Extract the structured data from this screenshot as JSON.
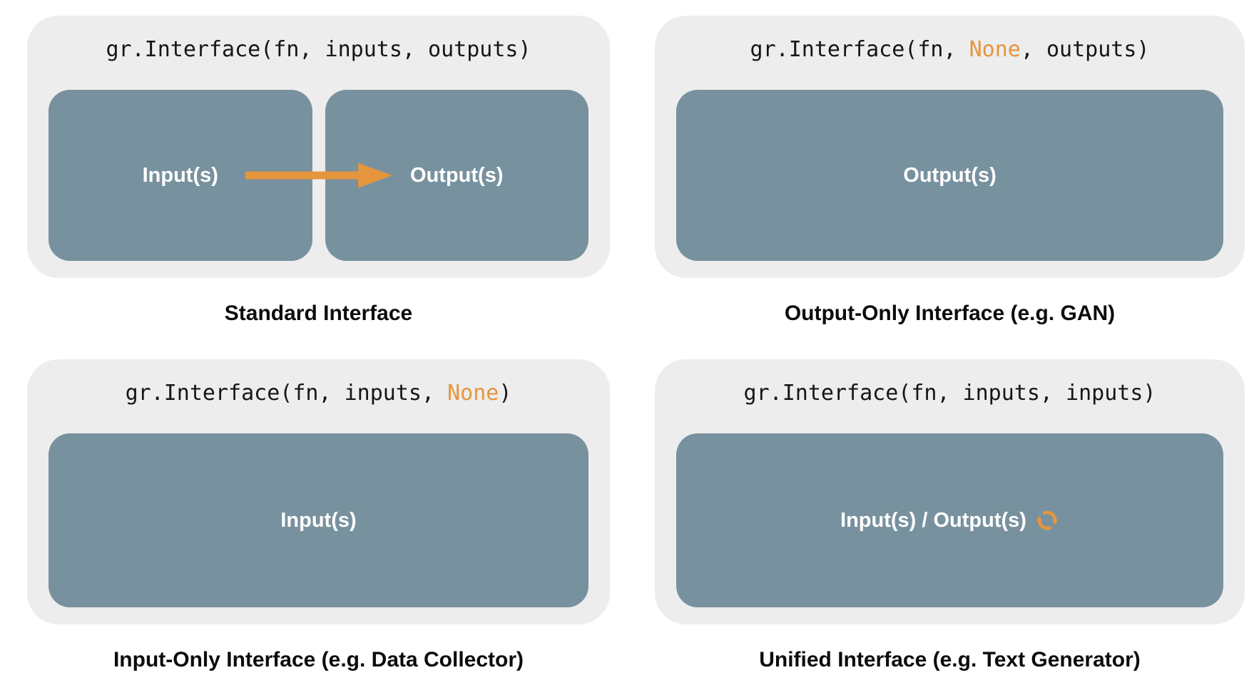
{
  "colors": {
    "accent": "#E6953F",
    "panel_bg": "#EDEDED",
    "box_bg": "#78919E",
    "code_text": "#161616",
    "caption_text": "#0C0C0C",
    "box_label": "#FFFFFF",
    "page_bg": "#FFFFFF"
  },
  "icons": {
    "flow_arrow": "arrow-right-icon",
    "unified_refresh": "refresh-icon"
  },
  "cards": [
    {
      "id": "standard",
      "caption": "Standard Interface",
      "code": {
        "pre": "gr.Interface(fn, inputs, outputs)",
        "highlight": "",
        "post": ""
      },
      "boxes": [
        {
          "label": "Input(s)"
        },
        {
          "label": "Output(s)"
        }
      ]
    },
    {
      "id": "output-only",
      "caption": "Output-Only Interface (e.g. GAN)",
      "code": {
        "pre": "gr.Interface(fn, ",
        "highlight": "None",
        "post": ", outputs)"
      },
      "boxes": [
        {
          "label": "Output(s)"
        }
      ]
    },
    {
      "id": "input-only",
      "caption": "Input-Only Interface (e.g. Data Collector)",
      "code": {
        "pre": "gr.Interface(fn, inputs, ",
        "highlight": "None",
        "post": ")"
      },
      "boxes": [
        {
          "label": "Input(s)"
        }
      ]
    },
    {
      "id": "unified",
      "caption": "Unified Interface (e.g. Text Generator)",
      "code": {
        "pre": "gr.Interface(fn, inputs, inputs)",
        "highlight": "",
        "post": ""
      },
      "boxes": [
        {
          "label": "Input(s) / Output(s)"
        }
      ]
    }
  ]
}
